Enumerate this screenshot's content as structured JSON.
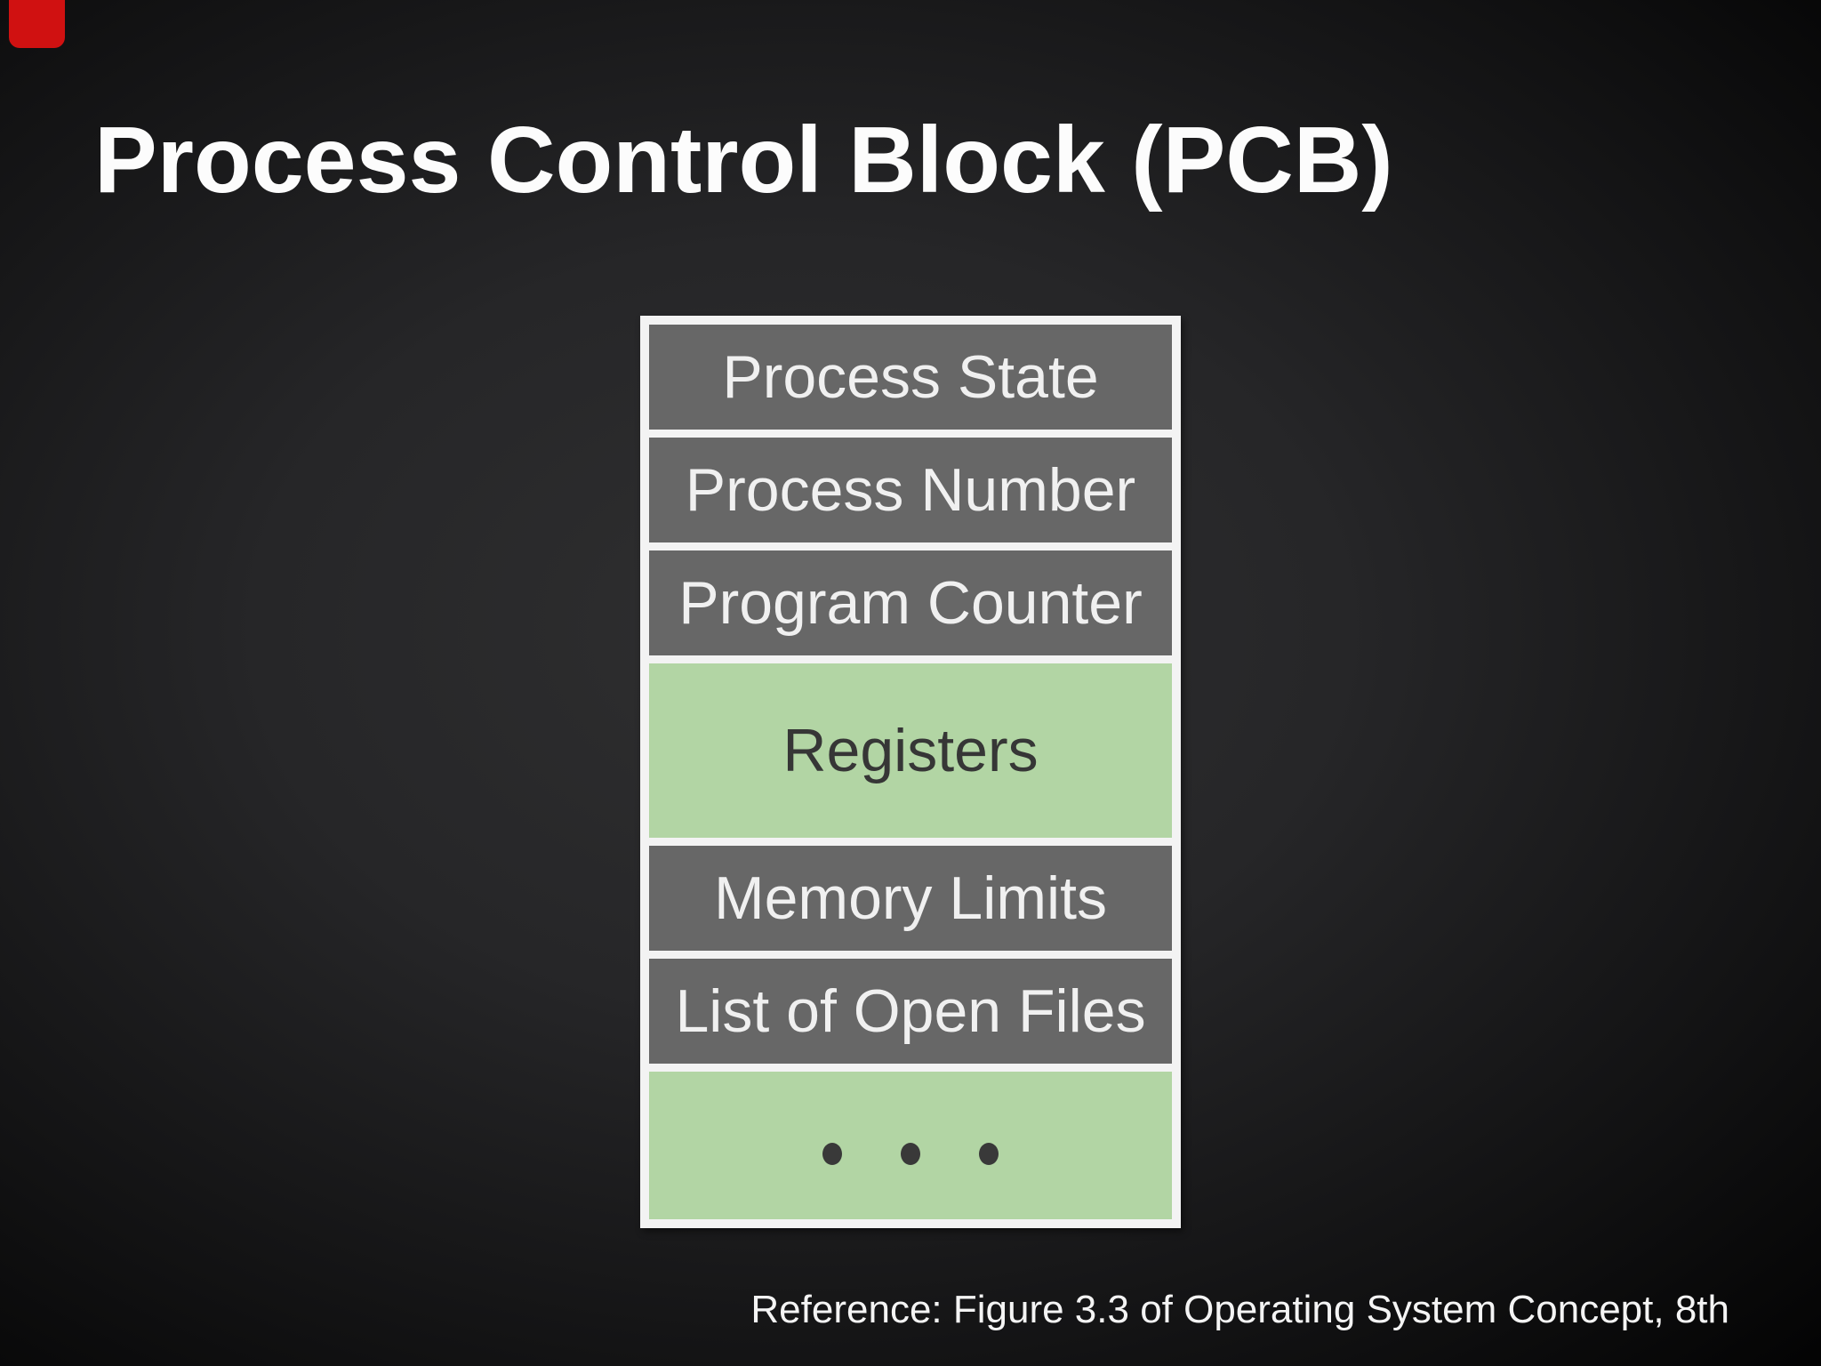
{
  "title": "Process Control Block (PCB)",
  "pcb": {
    "rows": [
      {
        "label": "Process State",
        "style": "gray"
      },
      {
        "label": "Process Number",
        "style": "gray"
      },
      {
        "label": "Program Counter",
        "style": "gray"
      },
      {
        "label": "Registers",
        "style": "green"
      },
      {
        "label": "Memory Limits",
        "style": "gray"
      },
      {
        "label": "List of Open Files",
        "style": "gray"
      },
      {
        "label": "",
        "style": "green",
        "icon": "ellipsis-dots-icon",
        "dot_count": 3
      }
    ]
  },
  "footer": {
    "reference": "Reference: Figure 3.3 of Operating System Concept, 8th"
  },
  "colors": {
    "row_gray": "#676767",
    "row_green": "#b2d5a4",
    "frame_white": "#f3f3f3",
    "row_text_light": "#f0f0f0",
    "row_text_dark": "#363636",
    "dot_dark": "#393939",
    "title_white": "#fcfcfc",
    "accent_red": "#d01111"
  }
}
